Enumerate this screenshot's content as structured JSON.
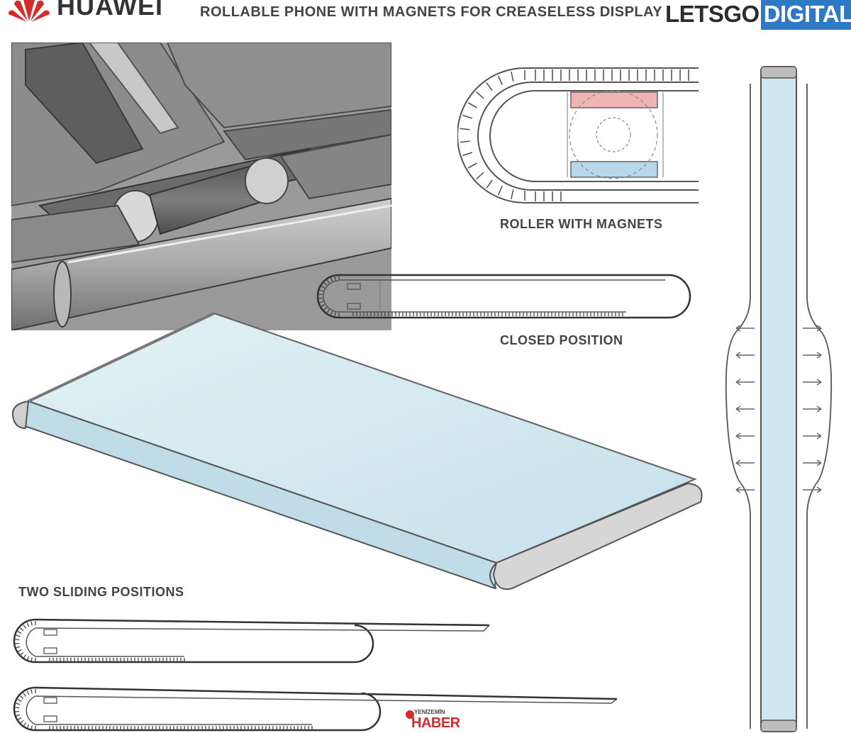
{
  "header": {
    "brand": "HUAWEI",
    "headline": "ROLLABLE PHONE WITH MAGNETS FOR CREASELESS DISPLAY",
    "site_logo_dark": "LETSGO",
    "site_logo_blue": "DIGITAL"
  },
  "captions": {
    "roller": "ROLLER WITH MAGNETS",
    "closed": "CLOSED POSITION",
    "sliding": "TWO SLIDING POSITIONS"
  },
  "watermark": {
    "top": "YENİZEMİN",
    "bottom": "HABER"
  },
  "colors": {
    "screen_blue": "#cfe6ef",
    "magnet_red": "#f0b4b4",
    "magnet_blue": "#b7d8ea",
    "logo_blue": "#2f79c4",
    "watermark_red": "#d42b2b",
    "huawei_red": "#d42b2b"
  }
}
